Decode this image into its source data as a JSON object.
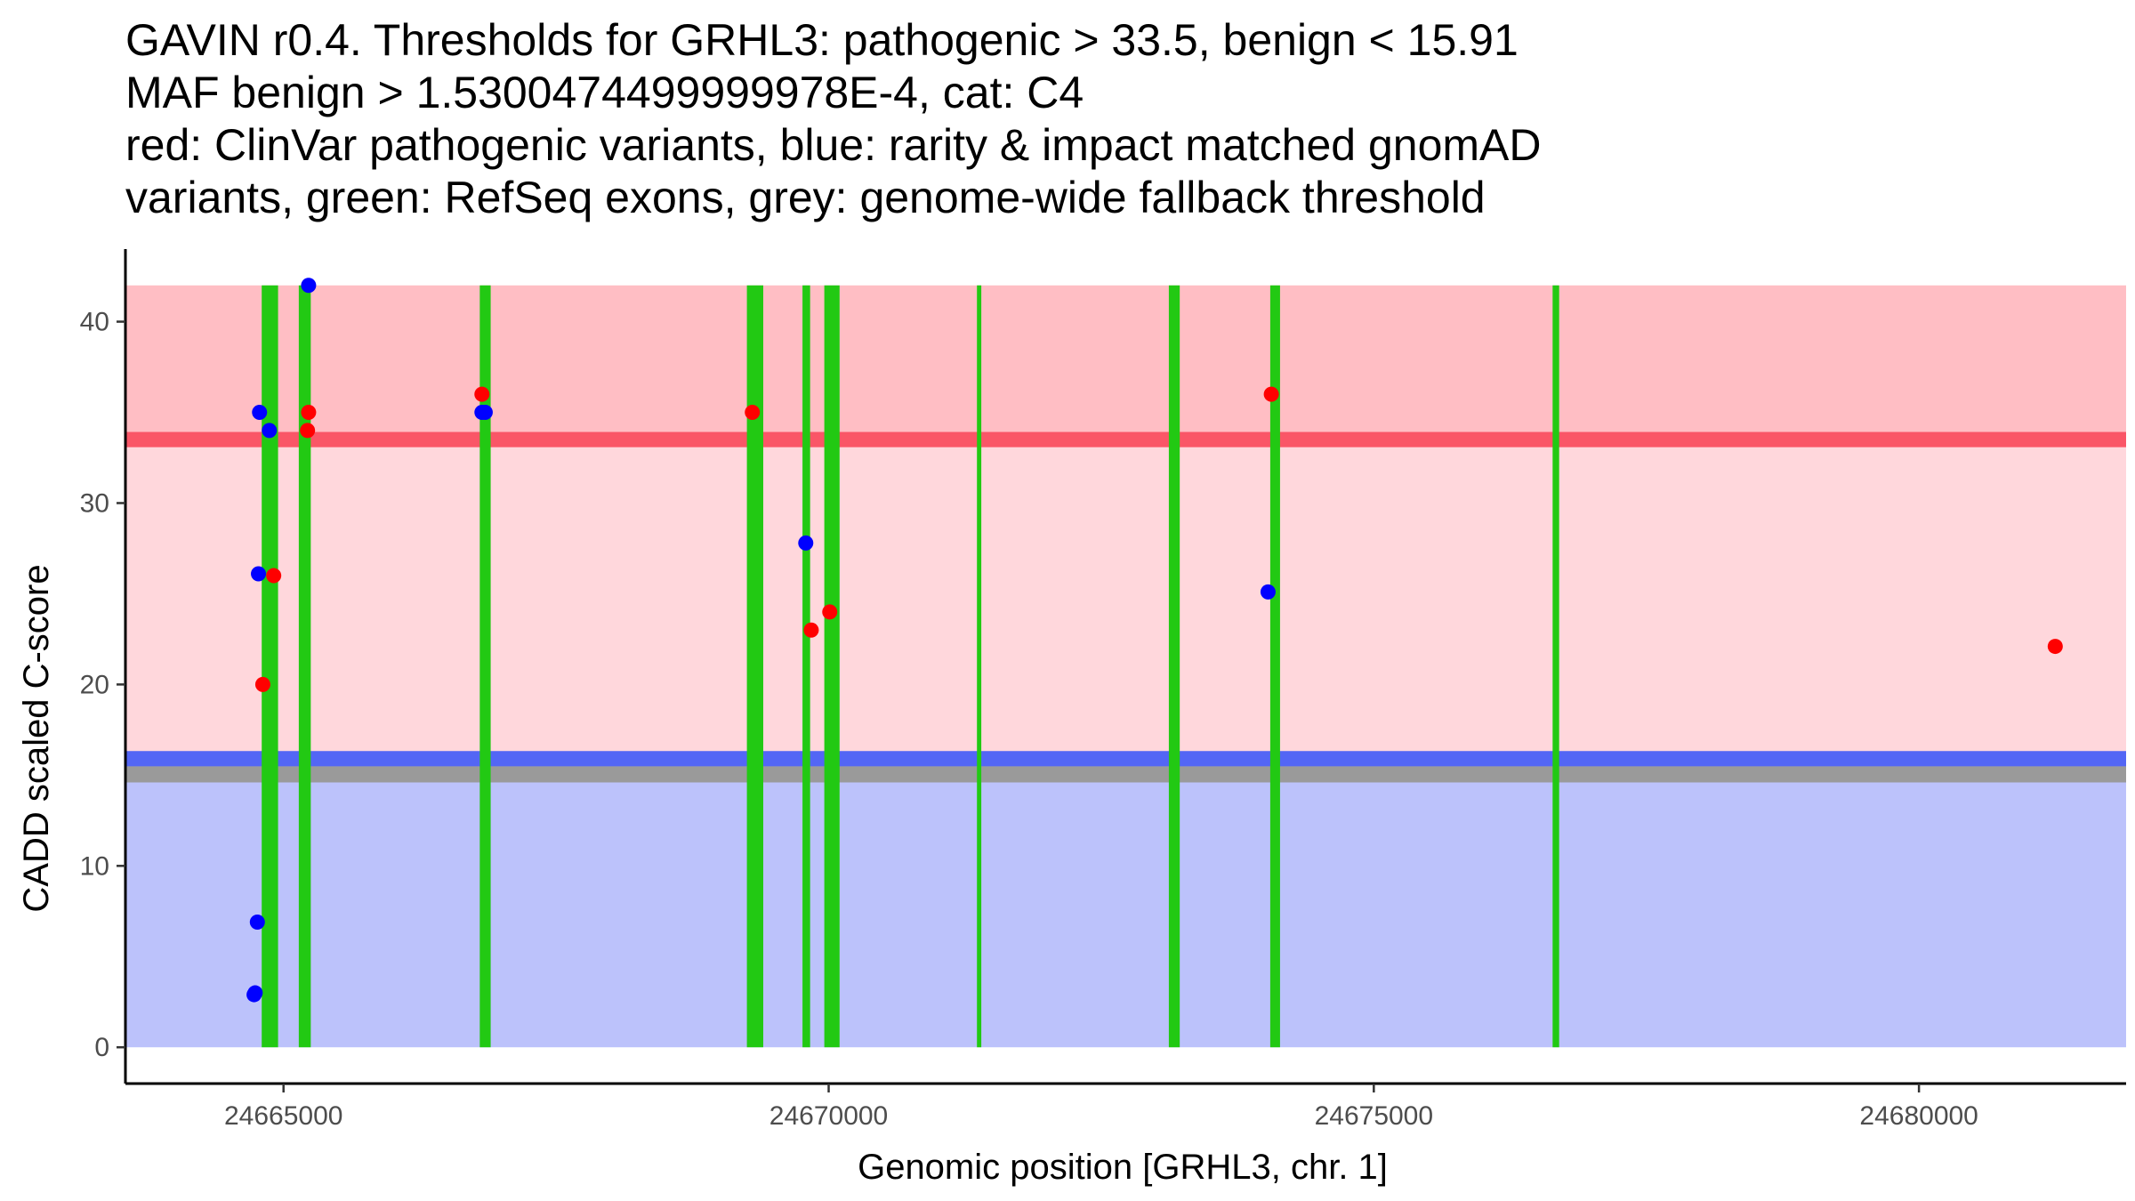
{
  "chart_data": {
    "type": "scatter",
    "title_lines": [
      "GAVIN r0.4. Thresholds for GRHL3: pathogenic > 33.5, benign < 15.91",
      "MAF benign > 1.5300474499999978E-4, cat: C4",
      "red: ClinVar pathogenic variants, blue: rarity & impact matched gnomAD",
      "variants, green: RefSeq exons, grey: genome-wide fallback threshold"
    ],
    "xlabel": "Genomic position [GRHL3, chr. 1]",
    "ylabel": "CADD scaled C-score",
    "xlim": [
      24663550,
      24681900
    ],
    "ylim": [
      -2,
      44
    ],
    "x_ticks": [
      24665000,
      24670000,
      24675000,
      24680000
    ],
    "x_tick_labels": [
      "24665000",
      "24670000",
      "24675000",
      "24680000"
    ],
    "y_ticks": [
      0,
      10,
      20,
      30,
      40
    ],
    "y_tick_labels": [
      "0",
      "10",
      "20",
      "30",
      "40"
    ],
    "grid": false,
    "colors": {
      "pathogenic_region": "#ffbec4",
      "middle_region": "#ffd7dc",
      "benign_region": "#bcc2fb",
      "pathogenic_threshold": "#fa5667",
      "benign_threshold": "#5366f5",
      "fallback_threshold": "#9a9a9a",
      "exon": "#22c913",
      "pathogenic_point": "#ff0000",
      "benign_point": "#0000ff"
    },
    "regions": [
      {
        "kind": "pathogenic",
        "y0": 33.5,
        "y1": 42
      },
      {
        "kind": "middle",
        "y0": 15.91,
        "y1": 33.5
      },
      {
        "kind": "benign",
        "y0": 0,
        "y1": 15.91
      }
    ],
    "thresholds": [
      {
        "kind": "fallback",
        "y0": 14.6,
        "y1": 15.5
      },
      {
        "kind": "benign",
        "y": 15.91,
        "half_width": 0.42
      },
      {
        "kind": "pathogenic",
        "y": 33.5,
        "half_width": 0.42
      }
    ],
    "exons": [
      {
        "start": 24664800,
        "end": 24664950
      },
      {
        "start": 24665140,
        "end": 24665250
      },
      {
        "start": 24666800,
        "end": 24666900
      },
      {
        "start": 24669250,
        "end": 24669400
      },
      {
        "start": 24669760,
        "end": 24669830
      },
      {
        "start": 24669960,
        "end": 24670100
      },
      {
        "start": 24671360,
        "end": 24671400
      },
      {
        "start": 24673120,
        "end": 24673220
      },
      {
        "start": 24674050,
        "end": 24674140
      },
      {
        "start": 24676640,
        "end": 24676700
      }
    ],
    "series": [
      {
        "name": "ClinVar pathogenic variants",
        "color": "pathogenic_point",
        "x": [
          24664810,
          24664910,
          24665220,
          24665230,
          24666820,
          24669300,
          24669840,
          24670010,
          24674060,
          24681250
        ],
        "y": [
          20,
          26,
          34,
          35,
          36,
          35,
          23,
          24,
          36,
          22.1
        ]
      },
      {
        "name": "rarity & impact matched gnomAD variants",
        "color": "benign_point",
        "x": [
          24664730,
          24664740,
          24664760,
          24664770,
          24664780,
          24664870,
          24665230,
          24666820,
          24666850,
          24669790,
          24674030
        ],
        "y": [
          2.9,
          3.0,
          6.9,
          26.1,
          35,
          34,
          42,
          35,
          35,
          27.8,
          25.1
        ]
      }
    ]
  }
}
